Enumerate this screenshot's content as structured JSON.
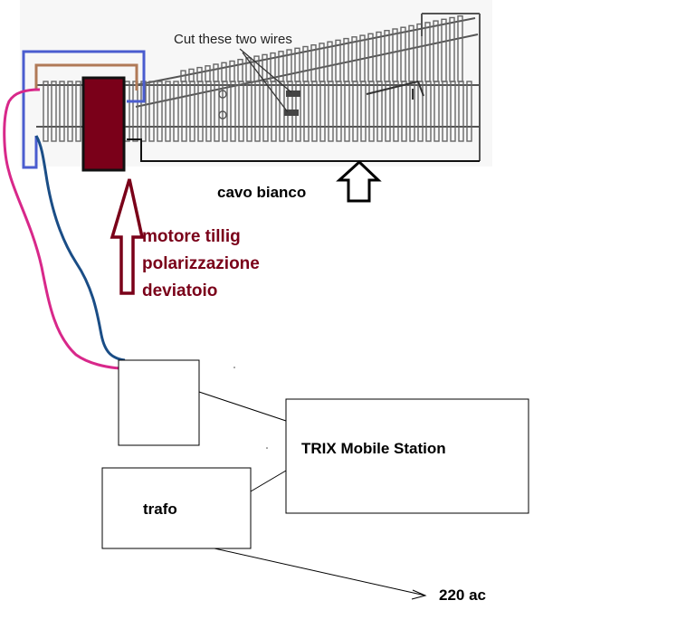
{
  "labels": {
    "cut_wires": "Cut these two wires",
    "cavo_bianco": "cavo bianco",
    "motore_line1": "motore tillig",
    "motore_line2": "polarizzazione",
    "motore_line3": "deviatoio",
    "trix_mobile_station": "TRIX Mobile Station",
    "trafo": "trafo",
    "power_220": "220 ac"
  },
  "colors": {
    "track": "#555555",
    "blue_wire": "#4a5ccf",
    "brown_wire": "#b07a57",
    "magenta_wire": "#d8288a",
    "navy_wire": "#1a4d86",
    "motor_fill": "#7a0019",
    "motor_arrow": "#7a0019",
    "motor_text": "#7a0019",
    "black": "#000000"
  },
  "icons": {
    "motor_pointer": "up-arrow-outline-icon",
    "cavo_pointer": "up-arrow-outline-icon",
    "power_pointer": "arrow-right-icon"
  }
}
